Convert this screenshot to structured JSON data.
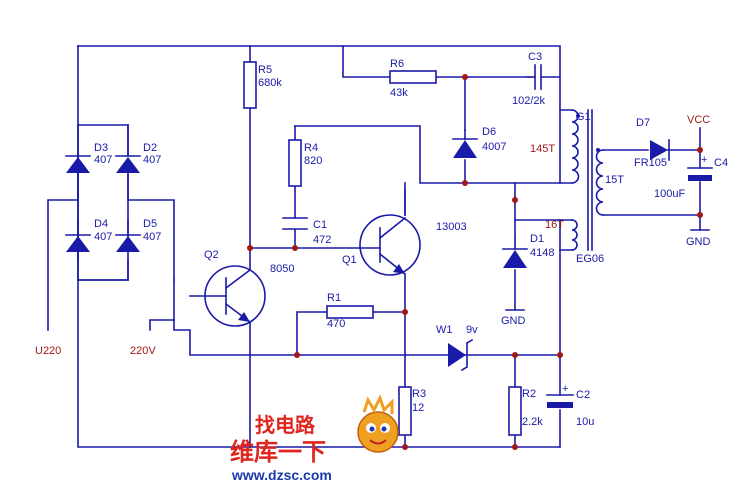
{
  "colors": {
    "wire": "#1a1aa8",
    "node": "#a01818",
    "label": "#1a1aa8",
    "accent_red": "#a01818",
    "wm_red": "#e0251f",
    "wm_blue": "#1a3aa8",
    "wm_orange": "#f0a020"
  },
  "labels": {
    "D3": "D3",
    "D3v": "407",
    "D2": "D2",
    "D2v": "407",
    "D4": "D4",
    "D4v": "407",
    "D5": "D5",
    "D5v": "407",
    "U220": "U220",
    "V220": "220V",
    "R5": "R5",
    "R5v": "680k",
    "R4": "R4",
    "R4v": "820",
    "C1": "C1",
    "C1v": "472",
    "Q2": "Q2",
    "Q2v": "8050",
    "Q1": "Q1",
    "Q1v": "13003",
    "R1": "R1",
    "R1v": "470",
    "R6": "R6",
    "R6v": "43k",
    "C3": "C3",
    "C3v": "102/2k",
    "D6": "D6",
    "D6v": "4007",
    "D1": "D1",
    "D1v": "4148",
    "GND1": "GND",
    "W1": "W1",
    "W1v": "9v",
    "R3": "R3",
    "R3v": "12",
    "R2": "R2",
    "R2v": "2.2k",
    "C2": "C2",
    "C2v": "10u",
    "G1": "G1",
    "T145": "145T",
    "T15": "15T",
    "T16": "16T",
    "EG06": "EG06",
    "D7": "D7",
    "D7v": "FR105",
    "VCC": "VCC",
    "C4": "C4",
    "C4v": "100uF",
    "GND2": "GND"
  },
  "watermark": {
    "cn_top": "找电路",
    "cn_bottom": "维库一下",
    "url": "www.dzsc.com"
  }
}
